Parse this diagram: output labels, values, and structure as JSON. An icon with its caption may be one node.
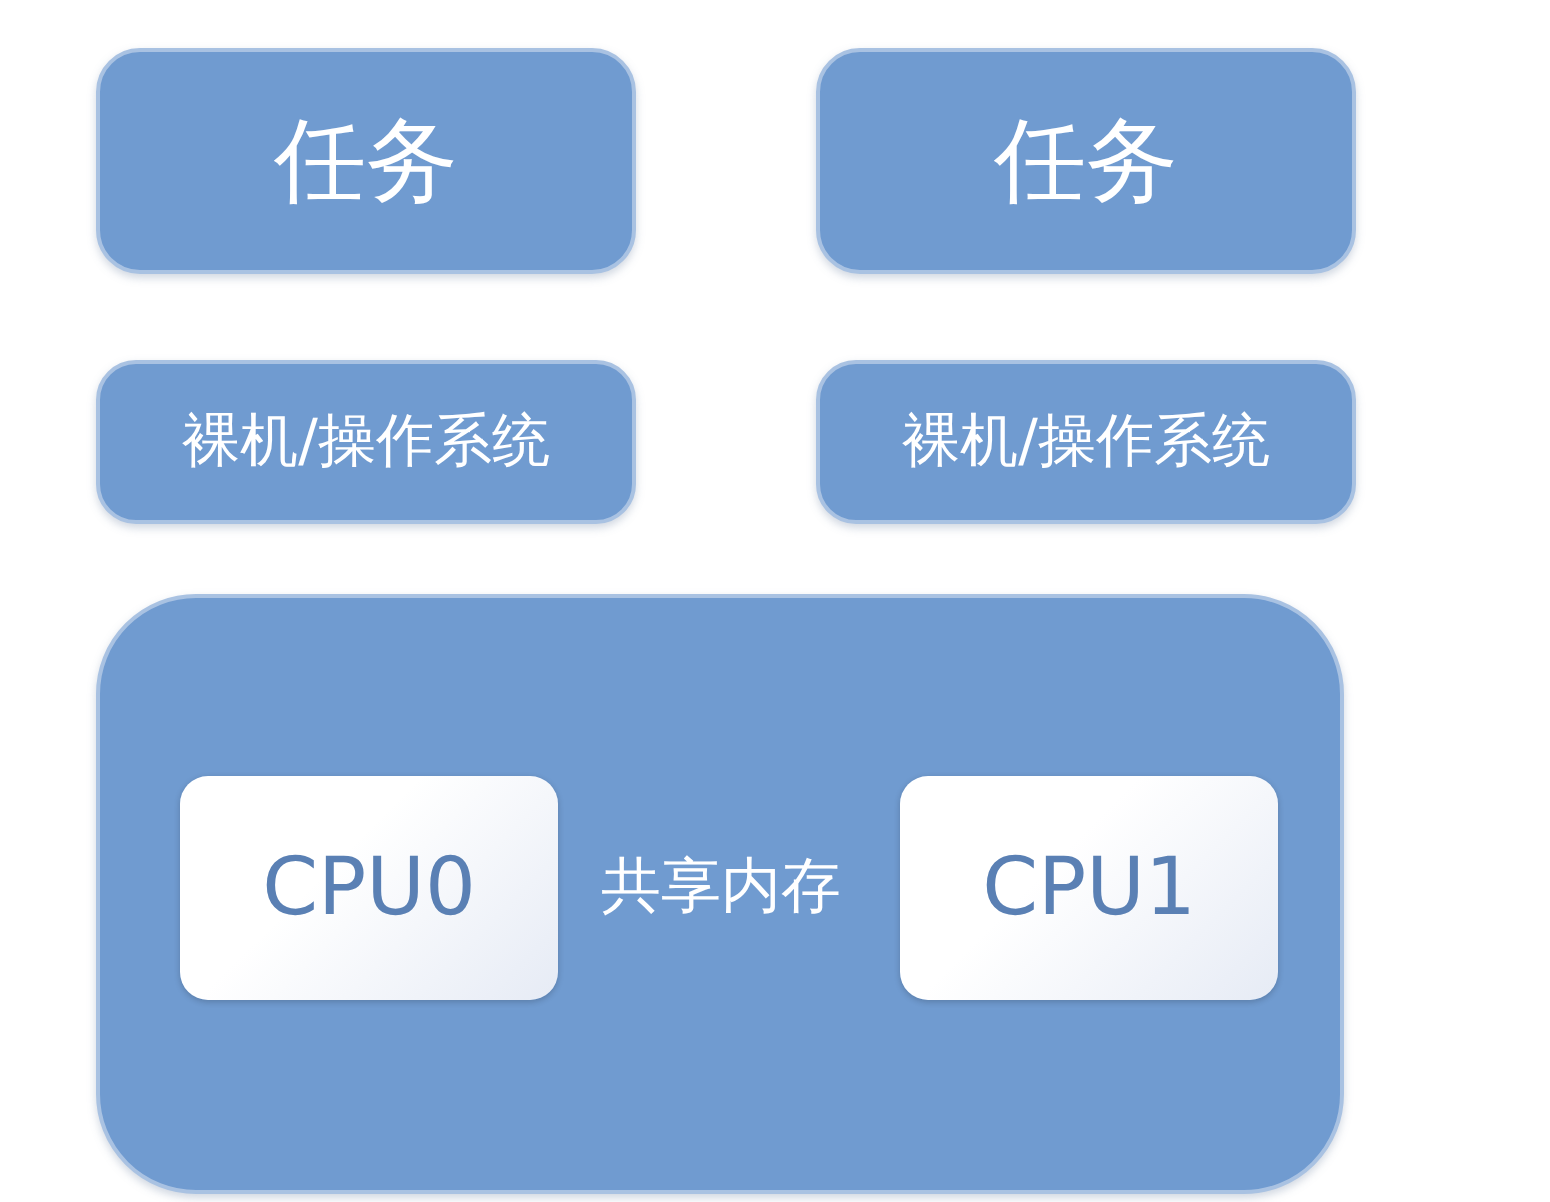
{
  "diagram": {
    "nodes": [
      {
        "text": [
          "任务"
        ]
      },
      {
        "text": [
          "任务"
        ]
      },
      {
        "text": [
          "裸机/操作系统"
        ]
      },
      {
        "text": [
          "裸机/操作系统"
        ]
      },
      {
        "text": [
          "共享内存"
        ]
      },
      {
        "text": [
          "CPU0"
        ],
        "in": 4
      },
      {
        "text": [
          "CPU1"
        ],
        "in": 4
      }
    ]
  }
}
